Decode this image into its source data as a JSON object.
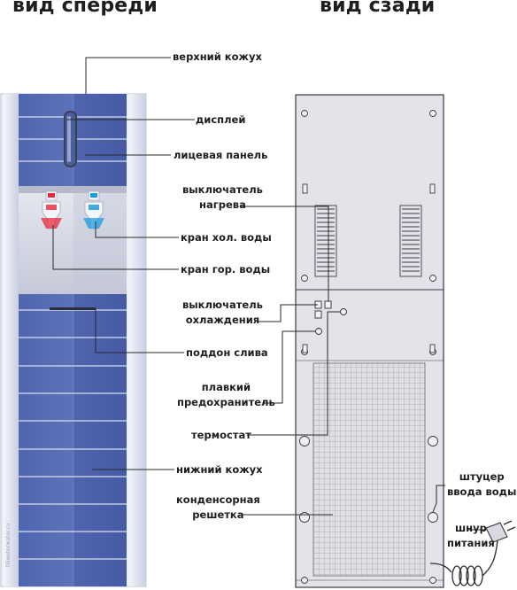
{
  "titles": {
    "front": "вид спереди",
    "back": "вид сзади"
  },
  "labels": {
    "top_cover": "верхний кожух",
    "display": "дисплей",
    "front_panel": "лицевая панель",
    "heat_switch_line1": "выключатель",
    "heat_switch_line2": "нагрева",
    "cold_tap": "кран хол. воды",
    "hot_tap": "кран гор. воды",
    "cool_switch_line1": "выключатель",
    "cool_switch_line2": "охлаждения",
    "drip_tray": "поддон слива",
    "fuse_line1": "плавкий",
    "fuse_line2": "предохранитель",
    "thermostat": "термостат",
    "bottom_cover": "нижний кожух",
    "condenser_line1": "конденсорная",
    "condenser_line2": "решетка",
    "inlet_line1": "штуцер",
    "inlet_line2": "ввода воды",
    "cord_line1": "шнур",
    "cord_line2": "питания"
  },
  "watermark": "tiliweterwater.ru",
  "colors": {
    "panel_blue": "#5369b0",
    "panel_dark": "#3f56a0",
    "frame_light": "#e6e9f4",
    "rear_gray": "#e3e4e9",
    "hot_red": "#e8283a",
    "cold_blue": "#1c9ce0"
  }
}
